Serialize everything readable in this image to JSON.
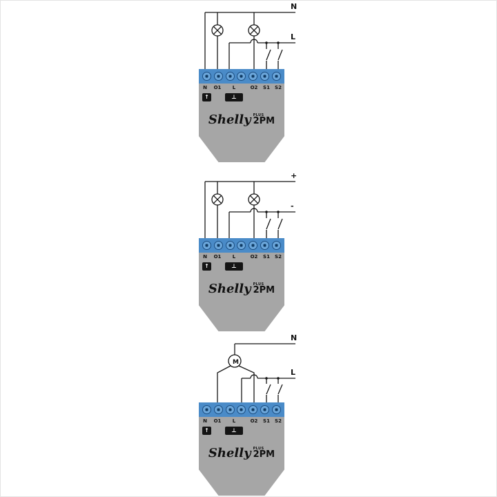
{
  "device": {
    "terminals": [
      "N",
      "O1",
      "L",
      "O2",
      "S1",
      "S2"
    ],
    "badge_small": "↑",
    "badge_wide": "⊥",
    "brand": {
      "script": "Shelly",
      "plus": "PLUS",
      "model": "2PM"
    },
    "colors": {
      "body": "#a6a6a6",
      "strip": "#4a8bc8",
      "terminal_ring": "#1b4d80"
    }
  },
  "diagrams": [
    {
      "id": "ac-two-lights",
      "bus_top": "N",
      "bus_bottom": "L",
      "load": "two lamps with two switches",
      "motor_label": ""
    },
    {
      "id": "dc-two-lights",
      "bus_top": "+",
      "bus_bottom": "-",
      "load": "two lamps with two switches",
      "motor_label": ""
    },
    {
      "id": "ac-motor",
      "bus_top": "N",
      "bus_bottom": "L",
      "load": "motor (roller shutter)",
      "motor_label": "M"
    }
  ]
}
